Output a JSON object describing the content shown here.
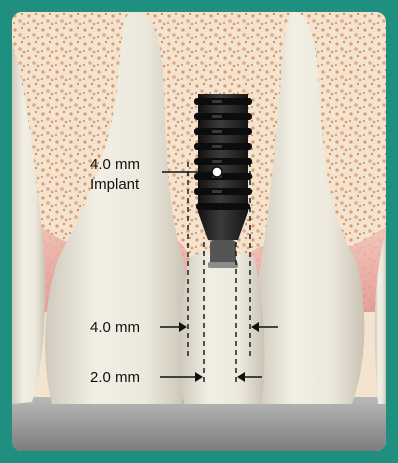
{
  "figure": {
    "implant_label_line1": "4.0 mm",
    "implant_label_line2": "Implant",
    "measure_outer_label": "4.0 mm",
    "measure_inner_label": "2.0 mm"
  },
  "colors": {
    "frame": "#1f8f80",
    "bone": "#f3e3cf",
    "bone_dots": "#d89c74",
    "gum": "#e9a6a0",
    "tooth": "#eeeadc",
    "implant": "#2a2a2a"
  }
}
